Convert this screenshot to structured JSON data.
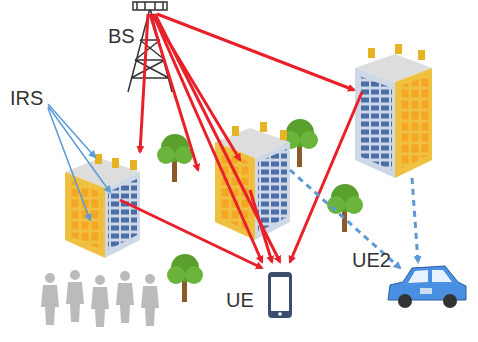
{
  "diagram": {
    "labels": [
      "BS",
      "IRS",
      "UE",
      "UE2"
    ]
  }
}
